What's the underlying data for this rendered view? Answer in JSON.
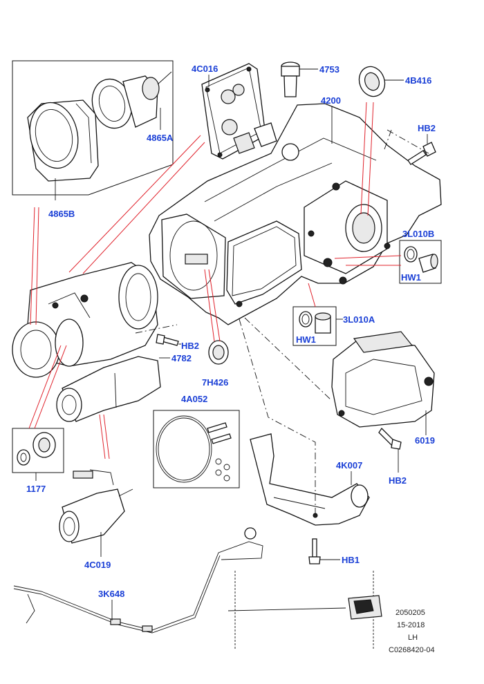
{
  "callouts": {
    "c_4865A": "4865A",
    "c_4865B": "4865B",
    "c_4C016": "4C016",
    "c_4753": "4753",
    "c_4B416": "4B416",
    "c_4200": "4200",
    "c_HB2_top": "HB2",
    "c_3L010B": "3L010B",
    "c_HW1_right": "HW1",
    "c_3L010A": "3L010A",
    "c_HW1_mid": "HW1",
    "c_HB2_left": "HB2",
    "c_4782": "4782",
    "c_7H426": "7H426",
    "c_4A052": "4A052",
    "c_6019": "6019",
    "c_HB2_bottom": "HB2",
    "c_4K007": "4K007",
    "c_1177": "1177",
    "c_4C019": "4C019",
    "c_3K648": "3K648",
    "c_HB1": "HB1"
  },
  "meta": {
    "line1": "2050205",
    "line2": "15-2018",
    "line3": "LH",
    "line4": "C0268420-04"
  },
  "colors": {
    "callout": "#1a3fd6",
    "highlight_line": "#e0202a",
    "linework": "#111111"
  }
}
